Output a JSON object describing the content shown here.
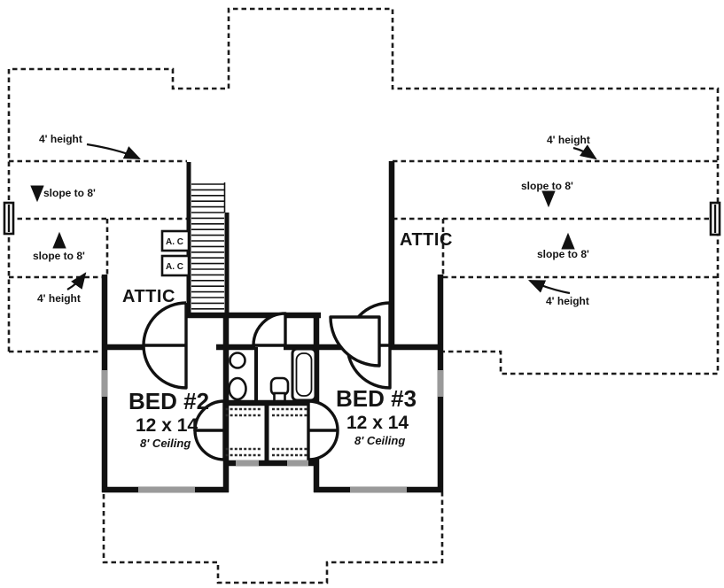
{
  "plan": {
    "type": "floor-plan-second-story",
    "rooms": {
      "bed2": {
        "name": "BED #2",
        "dims": "12 x 14",
        "ceiling": "8' Ceiling"
      },
      "bed3": {
        "name": "BED #3",
        "dims": "12 x 14",
        "ceiling": "8' Ceiling"
      },
      "attic_left": {
        "name": "ATTIC"
      },
      "attic_right": {
        "name": "ATTIC"
      }
    },
    "equipment": {
      "ac1": "A. C",
      "ac2": "A. C"
    },
    "annotations": {
      "height_tl": "4' height",
      "height_tr": "4' height",
      "height_bl": "4' height",
      "height_br": "4' height",
      "slope_l1": "slope to 8'",
      "slope_l2": "slope to 8'",
      "slope_r1": "slope to 8'",
      "slope_r2": "slope to 8'"
    },
    "colors": {
      "wall": "#111111",
      "dashed_line": "#1c1c1c",
      "window": "#9a9a9a",
      "background": "#ffffff",
      "text": "#141414"
    }
  }
}
